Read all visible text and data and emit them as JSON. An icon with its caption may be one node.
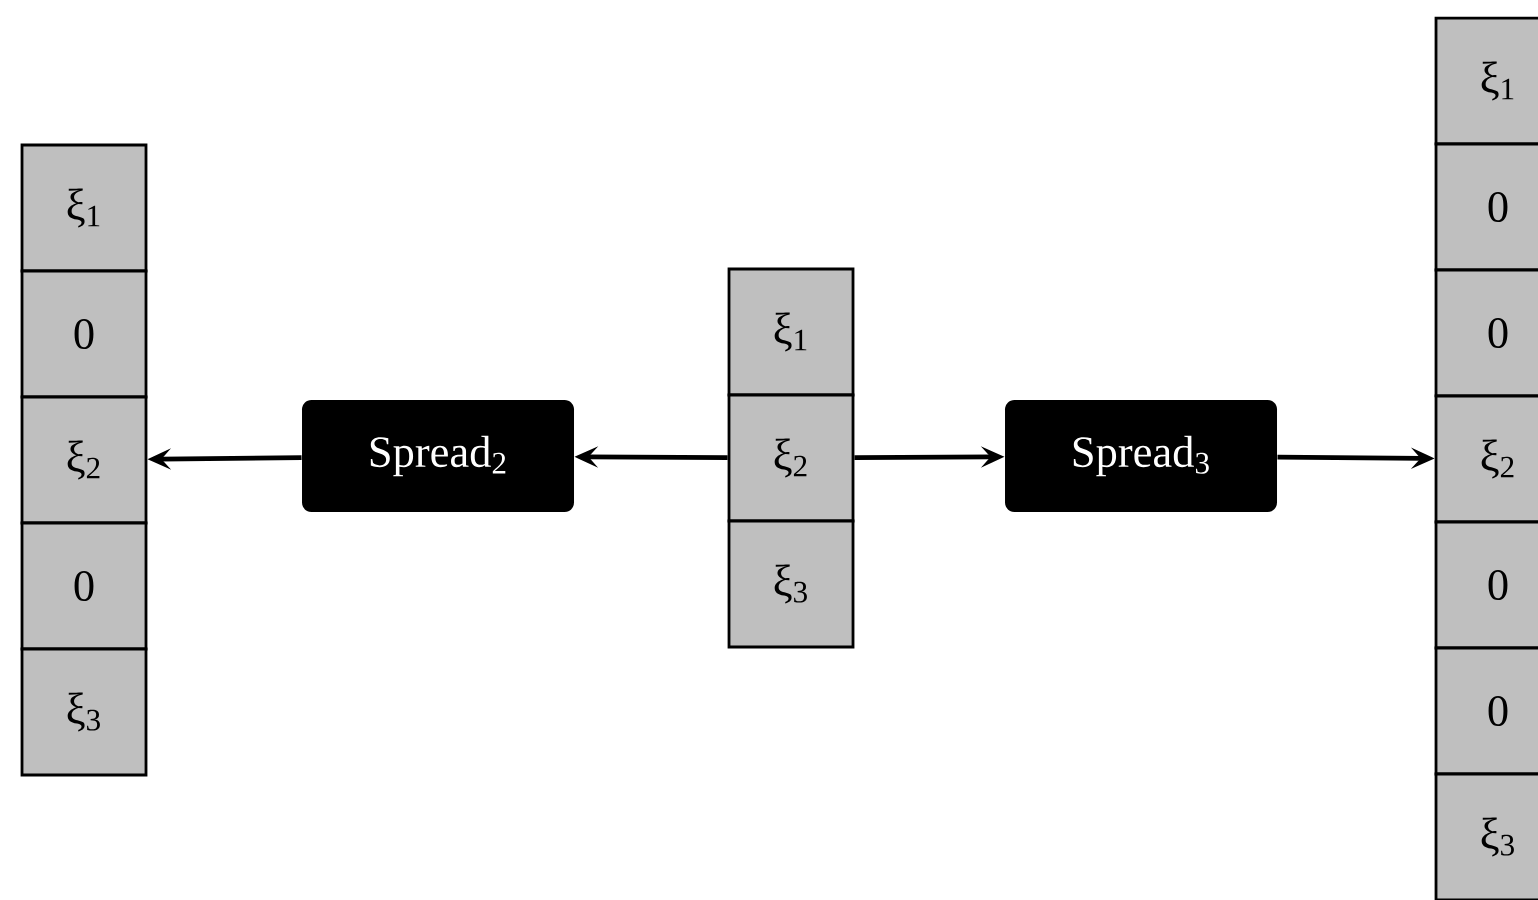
{
  "diagram": {
    "nodes": [
      {
        "text": [
          "ξ$_{1}$"
        ]
      },
      {
        "text": [
          "0"
        ]
      },
      {
        "text": [
          "ξ$_{2}$"
        ]
      },
      {
        "text": [
          "0"
        ]
      },
      {
        "text": [
          "ξ$_{3}$"
        ]
      },
      {
        "text": [
          "Spread$_{2}$"
        ]
      },
      {
        "text": [
          "ξ$_{1}$"
        ]
      },
      {
        "text": [
          "ξ$_{2}$"
        ]
      },
      {
        "text": [
          "ξ$_{3}$"
        ]
      },
      {
        "text": [
          "Spread$_{3}$"
        ]
      },
      {
        "text": [
          "ξ$_{1}$"
        ]
      },
      {
        "text": [
          "0"
        ]
      },
      {
        "text": [
          "0"
        ]
      },
      {
        "text": [
          "ξ$_{2}$"
        ]
      },
      {
        "text": [
          "0"
        ]
      },
      {
        "text": [
          "0"
        ]
      },
      {
        "text": [
          "ξ$_{3}$"
        ]
      }
    ],
    "edges": [
      {
        "from": 7,
        "to": 5,
        "arrow": "to"
      },
      {
        "from": 5,
        "to": 2,
        "arrow": "to"
      },
      {
        "from": 7,
        "to": 9,
        "arrow": "to"
      },
      {
        "from": 9,
        "to": 13,
        "arrow": "to"
      }
    ]
  }
}
